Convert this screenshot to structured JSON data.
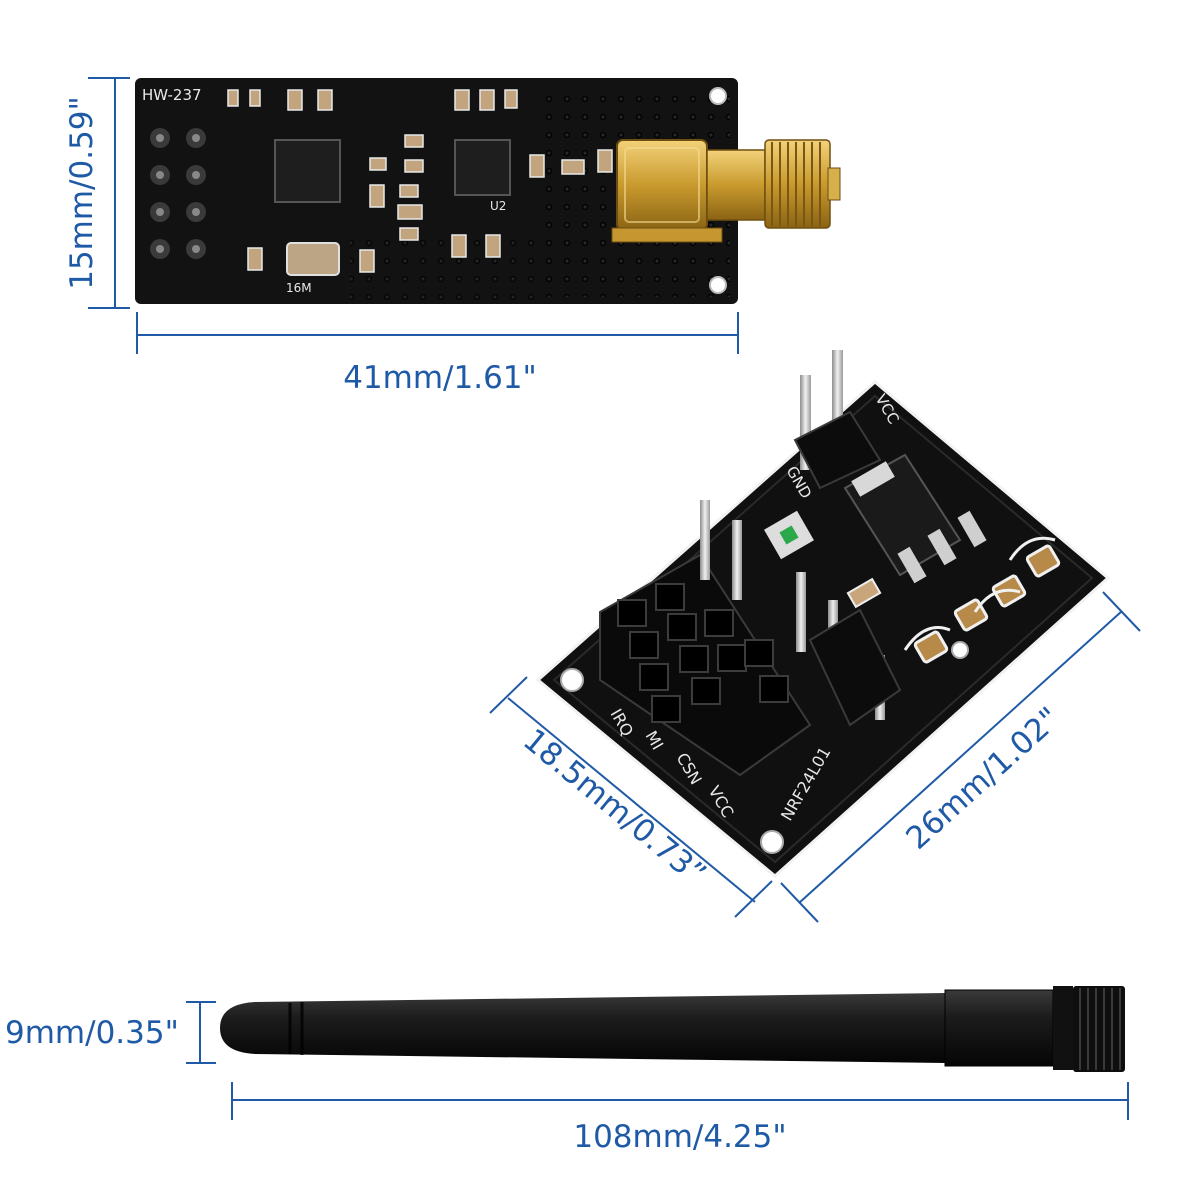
{
  "colors": {
    "dimension": "#1f5aa6",
    "pcb": "#111111",
    "silkscreen": "#e8e8e8",
    "gold": "#c99a2e",
    "antenna": "#1a1a1a"
  },
  "module": {
    "silk_label": "HW-237",
    "chip_label": "U2",
    "crystal_label": "16M",
    "height_label": "15mm/0.59\"",
    "width_label": "41mm/1.61\""
  },
  "adapter": {
    "pin_labels": [
      "IRQ",
      "MI",
      "CSN",
      "VCC"
    ],
    "board_label": "NRF24L01",
    "gnd_label": "GND",
    "vcc_label": "VCC",
    "width_label": "18.5mm/0.73”",
    "length_label": "26mm/1.02\""
  },
  "antenna": {
    "diameter_label": "9mm/0.35\"",
    "length_label": "108mm/4.25\""
  }
}
